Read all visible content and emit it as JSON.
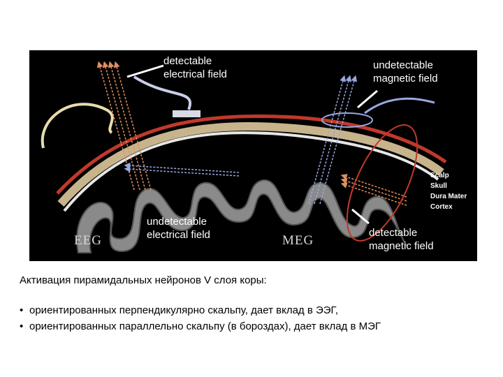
{
  "figure": {
    "labels": {
      "eeg_detectable": "detectable\nelectrical field",
      "meg_undetectable": "undetectable\nmagnetic field",
      "eeg_undetectable": "undetectable\nelectrical field",
      "meg_detectable": "detectable\nmagnetic field"
    },
    "modalities": {
      "eeg": "EEG",
      "meg": "MEG"
    },
    "layers": [
      "Scalp",
      "Skull",
      "Dura Mater",
      "Cortex"
    ],
    "colors": {
      "scalp": "#c0392b",
      "skull": "#c8b48c",
      "dura": "#e6e6e6",
      "cortex": "#8a8a8a",
      "field_arrows": "#e09060",
      "magnetic_loop": "#c0392b",
      "electrode_wire": "#c8d0e8"
    }
  },
  "caption": "Активация пирамидальных нейронов V слоя коры:",
  "bullets": [
    "ориентированных перпендикулярно скальпу, дает вклад в ЭЭГ,",
    "ориентированных параллельно скальпу (в бороздах), дает вклад в МЭГ"
  ]
}
